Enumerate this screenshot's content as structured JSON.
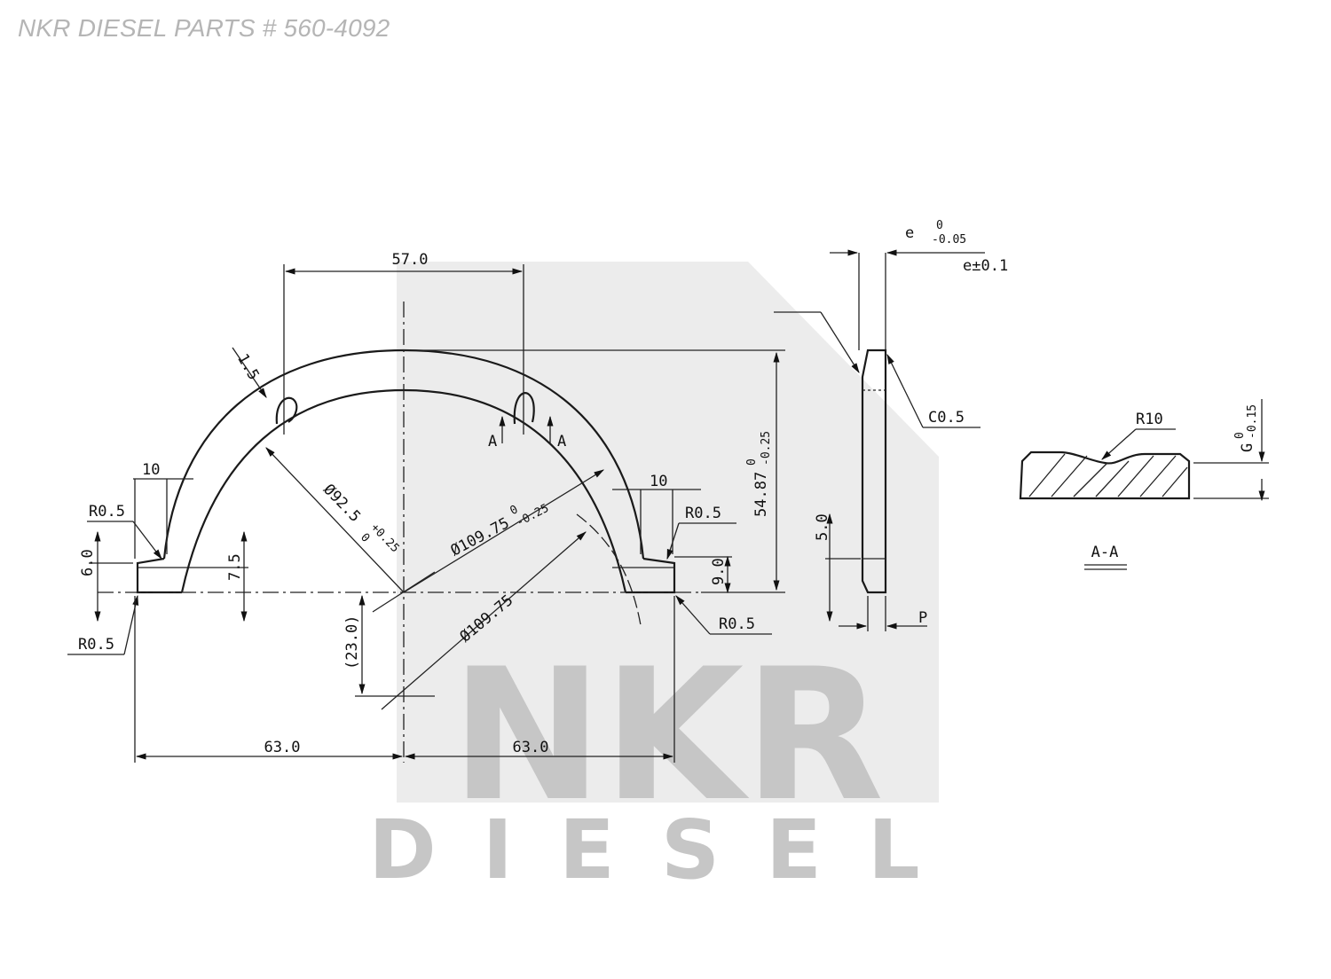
{
  "header": {
    "title": "NKR DIESEL PARTS # 560-4092"
  },
  "watermark": {
    "brand": "NKR",
    "sub": "DIESEL",
    "color": "#c6c6c6"
  },
  "icons": [
    "watermark-logo",
    "section-cut-arrow-icon"
  ],
  "dimensions": {
    "width_top": "57.0",
    "groove_chamfer": "1.5",
    "inner_dia": "Ø92.5",
    "inner_tol_upper": "+0.25",
    "inner_tol_lower": "0",
    "outer_dia": "Ø109.75",
    "outer_tol_upper": "0",
    "outer_tol_lower": "-0.25",
    "outer_ref": "Ø109.75",
    "height": "54.87",
    "height_tol_upper": "0",
    "height_tol_lower": "-0.25",
    "left_tab": "10",
    "right_tab": "10",
    "r_left_top": "R0.5",
    "r_left_bottom": "R0.5",
    "r_right_top": "R0.5",
    "r_right_bottom": "R0.5",
    "tab_height": "6.0",
    "lip_height": "7.5",
    "right_lip": "9.0",
    "center_offset": "(23.0)",
    "half_width_left": "63.0",
    "half_width_right": "63.0",
    "section_mark": "A"
  },
  "side_view": {
    "thickness": "e",
    "thickness_tol_upper": "0",
    "thickness_tol_lower": "-0.05",
    "overall": "e±0.1",
    "chamfer": "C0.5",
    "foot_height": "5.0",
    "foot_label": "P"
  },
  "section_view": {
    "radius": "R10",
    "depth": "G",
    "depth_tol_upper": "0",
    "depth_tol_lower": "-0.15",
    "title": "A-A"
  }
}
